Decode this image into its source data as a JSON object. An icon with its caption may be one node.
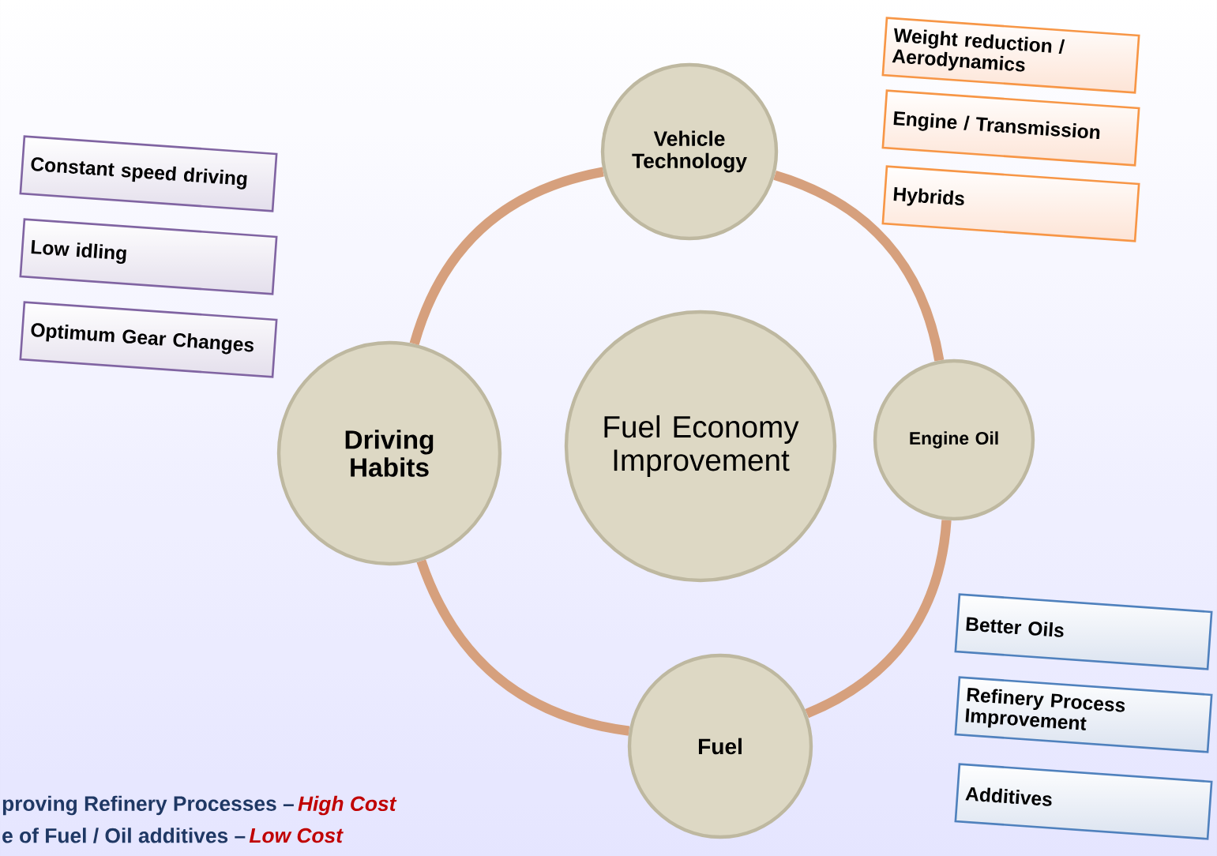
{
  "diagram": {
    "nodes": [
      {
        "text": [
          "Fuel Economy Improvement"
        ]
      },
      {
        "text": [
          "Vehicle Technology"
        ]
      },
      {
        "text": [
          "Engine Oil"
        ]
      },
      {
        "text": [
          "Fuel"
        ]
      },
      {
        "text": [
          "Driving Habits"
        ]
      },
      {
        "text": [
          "Constant speed driving"
        ]
      },
      {
        "text": [
          "Low idling"
        ]
      },
      {
        "text": [
          "Optimum Gear Changes"
        ]
      },
      {
        "text": [
          "Weight reduction / Aerodynamics"
        ]
      },
      {
        "text": [
          "Engine / Transmission"
        ]
      },
      {
        "text": [
          "Hybrids"
        ]
      },
      {
        "text": [
          "Better Oils"
        ]
      },
      {
        "text": [
          "Refinery Process Improvement"
        ]
      },
      {
        "text": [
          "Additives"
        ]
      }
    ],
    "edges": [
      {
        "from": 1,
        "to": 2,
        "arrow": "none"
      },
      {
        "from": 2,
        "to": 3,
        "arrow": "none"
      },
      {
        "from": 3,
        "to": 4,
        "arrow": "none"
      },
      {
        "from": 4,
        "to": 1,
        "arrow": "none"
      }
    ],
    "labels": [
      "proving Refinery Processes –",
      "High Cost",
      "e of Fuel / Oil additives –",
      "Low Cost"
    ]
  }
}
